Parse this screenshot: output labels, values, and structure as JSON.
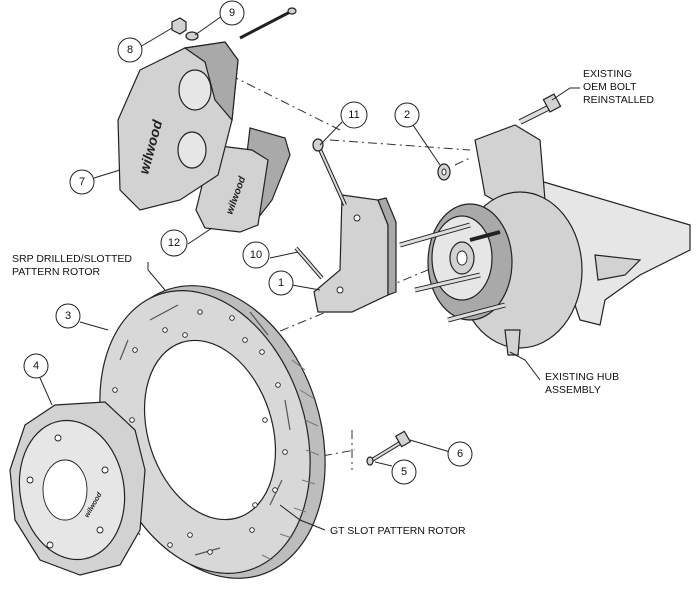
{
  "callouts": [
    {
      "number": "1"
    },
    {
      "number": "2"
    },
    {
      "number": "3"
    },
    {
      "number": "4"
    },
    {
      "number": "5"
    },
    {
      "number": "6"
    },
    {
      "number": "7"
    },
    {
      "number": "8"
    },
    {
      "number": "9"
    },
    {
      "number": "10"
    },
    {
      "number": "11"
    },
    {
      "number": "12"
    }
  ],
  "labels": {
    "existing_oem_bolt": [
      "EXISTING",
      "OEM BOLT",
      "REINSTALLED"
    ],
    "srp_rotor": [
      "SRP DRILLED/SLOTTED",
      "PATTERN ROTOR"
    ],
    "existing_hub": [
      "EXISTING HUB",
      "ASSEMBLY"
    ],
    "gt_slot_rotor": "GT SLOT PATTERN ROTOR"
  },
  "brand_marks": {
    "caliper_logo": "wilwood",
    "pad_logo": "wilwood",
    "hat_logo": "wilwood"
  },
  "colors": {
    "part_fill": "#d2d2d2",
    "part_dark": "#a9a9a9",
    "outline": "#222222",
    "background": "#ffffff"
  }
}
